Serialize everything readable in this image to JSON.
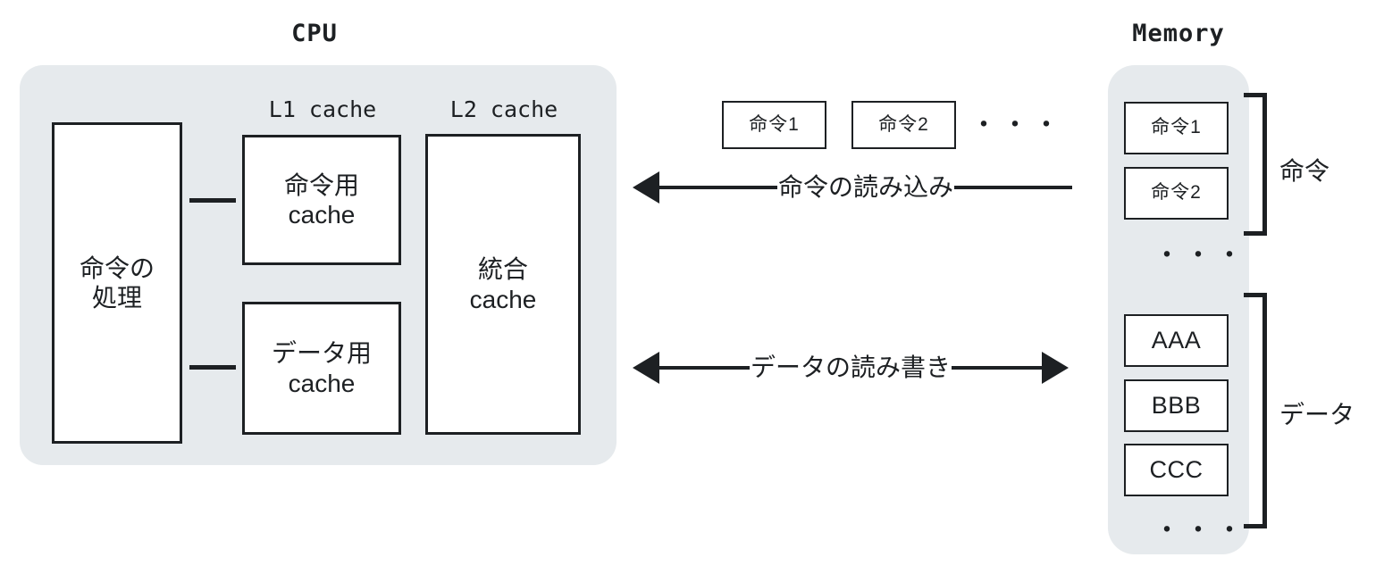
{
  "diagram": {
    "title_cpu": "CPU",
    "title_memory": "Memory"
  },
  "cpu": {
    "core_box": "命令の\n処理",
    "core_box_line1": "命令の",
    "core_box_line2": "処理",
    "l1_label": "L1 cache",
    "l2_label": "L2 cache",
    "l1_instruction_cache_line1": "命令用",
    "l1_instruction_cache_line2": "cache",
    "l1_data_cache_line1": "データ用",
    "l1_data_cache_line2": "cache",
    "l2_unified_cache_line1": "統合",
    "l2_unified_cache_line2": "cache"
  },
  "bus": {
    "instruction_queue": [
      {
        "label": "命令1"
      },
      {
        "label": "命令2"
      }
    ],
    "queue_ellipsis": "・・・",
    "instruction_arrow_label": "命令の読み込み",
    "instruction_arrow_direction": "left",
    "data_arrow_label": "データの読み書き",
    "data_arrow_direction": "both"
  },
  "memory": {
    "instruction_cells": [
      {
        "label": "命令1"
      },
      {
        "label": "命令2"
      }
    ],
    "instruction_ellipsis": "・・・",
    "instruction_group_label": "命令",
    "data_cells": [
      {
        "label": "AAA"
      },
      {
        "label": "BBB"
      },
      {
        "label": "CCC"
      }
    ],
    "data_ellipsis": "・・・",
    "data_group_label": "データ"
  },
  "colors": {
    "panel_fill": "#e6eaed",
    "stroke": "#1d2023",
    "background": "#ffffff",
    "box_fill": "#ffffff"
  }
}
